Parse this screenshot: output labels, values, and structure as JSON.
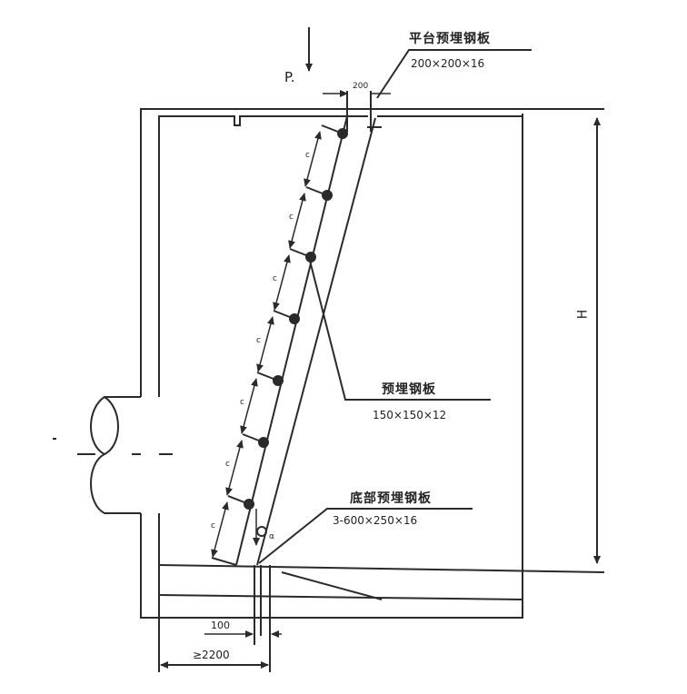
{
  "diagram": {
    "type": "engineering-section-drawing",
    "load": {
      "label": "P."
    },
    "labels": {
      "platform_plate": {
        "title": "平台预埋钢板",
        "spec": "200×200×16"
      },
      "embedded_plate": {
        "title": "预埋钢板",
        "spec": "150×150×12"
      },
      "bottom_plate": {
        "title": "底部预埋钢板",
        "spec": "3-600×250×16"
      }
    },
    "dimensions": {
      "height": "H",
      "bottom_offset": "100",
      "bottom_width": "≥2200",
      "spacing": "c",
      "top_gap": "200",
      "angle_mark": "α"
    },
    "brace_nodes": 7,
    "colors": {
      "line": "#2a2a2a",
      "background": "#ffffff"
    }
  }
}
